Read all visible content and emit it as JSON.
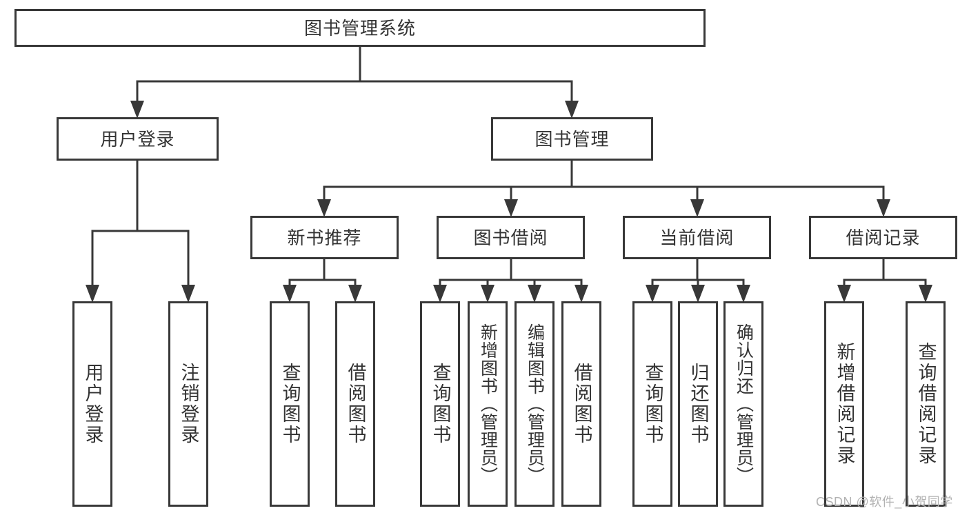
{
  "colors": {
    "line": "#383838",
    "box_border": "#383838",
    "text": "#333333",
    "background": "#ffffff",
    "watermark": "#b2b2b2"
  },
  "tree": {
    "root": "图书管理系统",
    "branches": [
      {
        "label": "用户登录",
        "leaves": [
          "用户登录",
          "注销登录"
        ]
      },
      {
        "label": "图书管理",
        "groups": [
          {
            "label": "新书推荐",
            "leaves": [
              "查询图书",
              "借阅图书"
            ]
          },
          {
            "label": "图书借阅",
            "leaves": [
              "查询图书",
              "新增图书（管理员）",
              "编辑图书（管理员）",
              "借阅图书"
            ]
          },
          {
            "label": "当前借阅",
            "leaves": [
              "查询图书",
              "归还图书",
              "确认归还（管理员）"
            ]
          },
          {
            "label": "借阅记录",
            "leaves": [
              "新增借阅记录",
              "查询借阅记录"
            ]
          }
        ]
      }
    ]
  },
  "watermark": "CSDN @软件_小贺同学"
}
